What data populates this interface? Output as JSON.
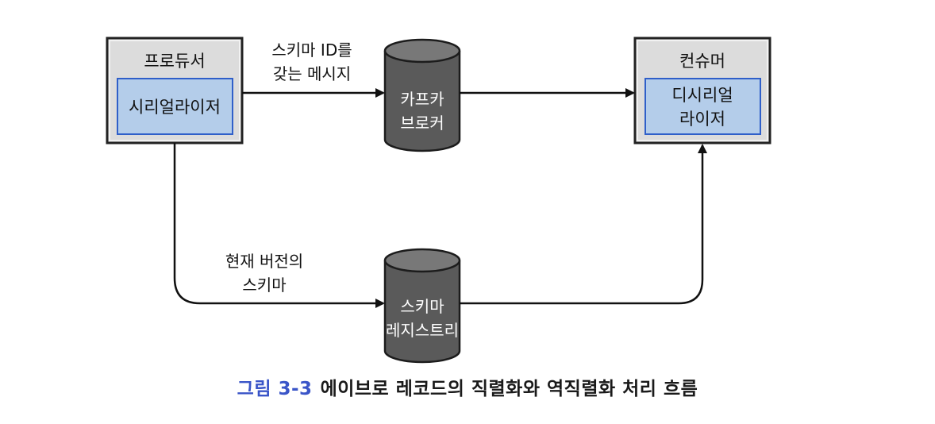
{
  "producer": {
    "title": "프로듀서",
    "inner": "시리얼라이저"
  },
  "consumer": {
    "title": "컨슈머",
    "inner_line1": "디시리얼",
    "inner_line2": "라이저"
  },
  "broker": {
    "line1": "카프카",
    "line2": "브로커"
  },
  "registry": {
    "line1": "스키마",
    "line2": "레지스트리"
  },
  "edge_top": {
    "line1": "스키마 ID를",
    "line2": "갖는 메시지"
  },
  "edge_bottom": {
    "line1": "현재 버전의",
    "line2": "스키마"
  },
  "caption": {
    "figure_label": "그림 3-3",
    "text": "에이브로 레코드의 직렬화와 역직렬화 처리 흐름"
  },
  "colors": {
    "box_outer": "#dcdcdc",
    "box_inner": "#b4cdea",
    "inner_border": "#2f5fc9",
    "cylinder": "#5a5a5a",
    "cylinder_top": "#787878",
    "caption_label": "#3a55c8"
  }
}
